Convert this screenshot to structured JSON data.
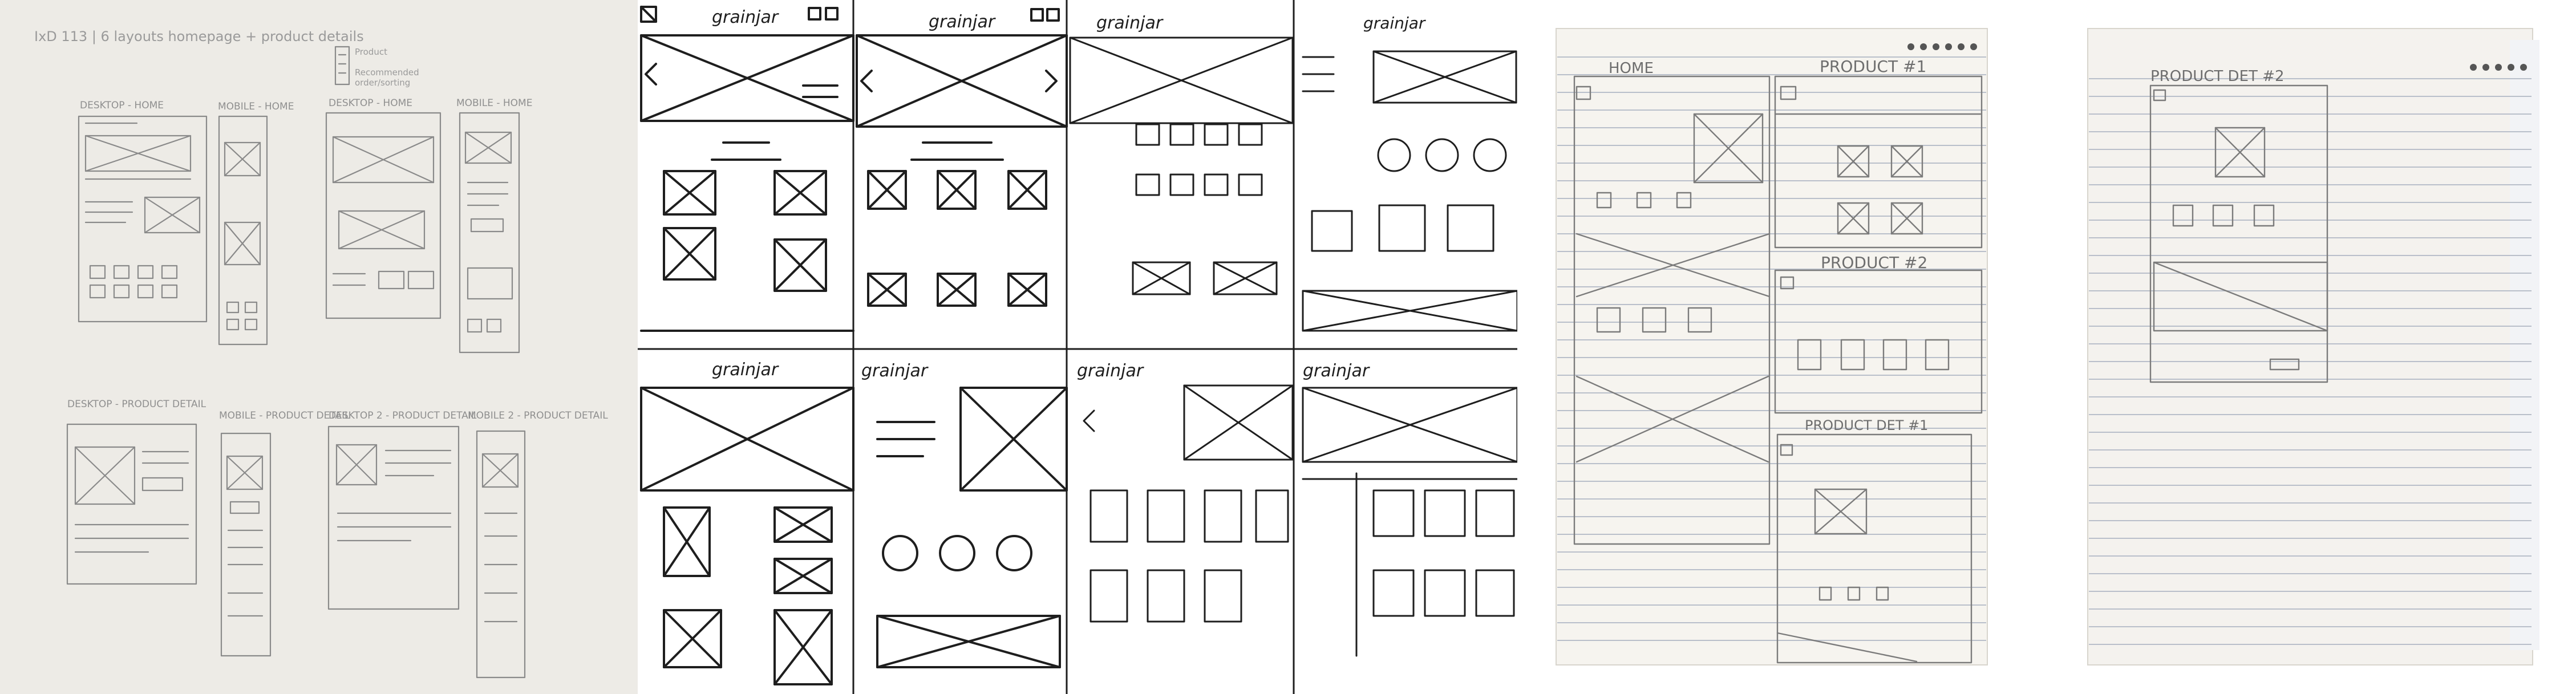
{
  "panel1": {
    "header": "IxD 113 | 6 layouts homepage + product details",
    "legend_line1": "Product",
    "legend_line2": "Recommended",
    "legend_line3": "order/sorting",
    "labels": [
      "DESKTOP - HOME",
      "MOBILE - HOME",
      "DESKTOP - HOME",
      "MOBILE - HOME",
      "DESKTOP - PRODUCT DETAIL",
      "MOBILE - PRODUCT DETAIL",
      "DESKTOP 2 - PRODUCT DETAIL",
      "MOBILE 2 - PRODUCT DETAIL"
    ]
  },
  "panel2": {
    "logos": [
      "grainjar",
      "grainjar",
      "grainjar",
      "grainjar",
      "grainjar",
      "grainjar",
      "grainjar",
      "grainjar"
    ]
  },
  "panel3": {
    "home": "HOME",
    "product1": "PRODUCT #1",
    "product2": "PRODUCT #2",
    "product_detail1": "PRODUCT DET #1"
  },
  "panel4": {
    "product_detail2": "PRODUCT DET #2"
  }
}
